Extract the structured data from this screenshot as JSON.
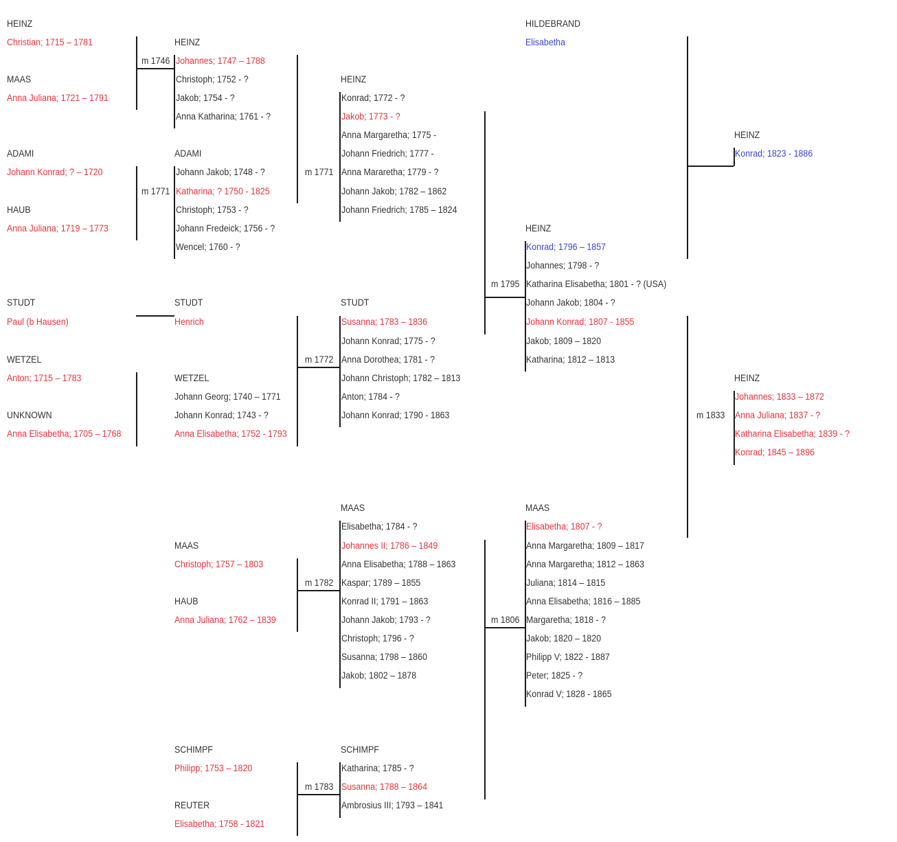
{
  "colors": {
    "text": "#333333",
    "highlight_red": "#e8343a",
    "highlight_blue": "#3a45d6",
    "line": "#1a1a1a"
  },
  "couples": [
    {
      "husband_surname": "HEINZ",
      "husband": "Christian; 1715 – 1781",
      "wife_surname": "MAAS",
      "wife": "Anna Juliana; 1721 – 1791",
      "marriage": "m 1746",
      "children_surname": "HEINZ",
      "children": [
        "Johannes; 1747 – 1788",
        "Christoph; 1752 - ?",
        "Jakob; 1754 - ?",
        "Anna Katharina; 1761 - ?"
      ]
    },
    {
      "husband_surname": "ADAMI",
      "husband": "Johann Konrad; ? – 1720",
      "wife_surname": "HAUB",
      "wife": "Anna Juliana; 1719 – 1773",
      "marriage": "m 1771",
      "children_surname": "ADAMI",
      "children": [
        "Johann Jakob; 1748 - ?",
        "Katharina; ? 1750 - 1825",
        "Christoph; 1753 - ?",
        "Johann Fredeick; 1756 - ?",
        "Wencel; 1760 - ?"
      ]
    },
    {
      "husband_surname": "STUDT",
      "husband": "Paul (b Hausen)",
      "children_surname": "STUDT",
      "children": [
        "Henrich"
      ]
    },
    {
      "husband_surname": "WETZEL",
      "husband": "Anton; 1715 – 1783",
      "wife_surname": "UNKNOWN",
      "wife": "Anna Elisabetha; 1705 – 1768",
      "children_surname": "WETZEL",
      "children": [
        "Johann Georg; 1740 – 1771",
        "Johann Konrad; 1743 - ?",
        "Anna Elisabetha; 1752 - 1793"
      ]
    },
    {
      "marriage": "m 1771",
      "children_surname": "HEINZ",
      "children": [
        "Konrad; 1772 - ?",
        "Jakob; 1773 - ?",
        "Anna Margaretha; 1775 -",
        "Johann Friedrich; 1777 -",
        "Anna Mararetha; 1779 - ?",
        "Johann Jakob; 1782 – 1862",
        "Johann Friedrich; 1785 – 1824"
      ]
    },
    {
      "marriage": "m 1772",
      "children_surname": "STUDT",
      "children": [
        "Susanna; 1783 – 1836",
        "Johann Konrad; 1775 - ?",
        "Anna Dorothea; 1781 - ?",
        "Johann Christoph; 1782 – 1813",
        "Anton; 1784 - ?",
        "Johann Konrad; 1790 - 1863"
      ]
    },
    {
      "husband_surname": "MAAS",
      "husband": "Christoph; 1757 – 1803",
      "wife_surname": "HAUB",
      "wife": "Anna Juliana; 1762 – 1839",
      "marriage": "m 1782",
      "children_surname": "MAAS",
      "children": [
        "Elisabetha; 1784 - ?",
        "Johannes II; 1786 – 1849",
        "Anna Elisabetha; 1788 – 1863",
        "Kaspar; 1789 – 1855",
        "Konrad II; 1791 – 1863",
        "Johann Jakob; 1793 - ?",
        "Christoph; 1796 - ?",
        "Susanna; 1798 – 1860",
        "Jakob; 1802 – 1878"
      ]
    },
    {
      "husband_surname": "SCHIMPF",
      "husband": "Philipp; 1753 – 1820",
      "wife_surname": "REUTER",
      "wife": "Elisabetha; 1758 - 1821",
      "marriage": "m 1783",
      "children_surname": "SCHIMPF",
      "children": [
        "Katharina; 1785 - ?",
        "Susanna; 1788 – 1864",
        "Ambrosius III; 1793 – 1841"
      ]
    },
    {
      "marriage": "m 1795",
      "children_surname": "HEINZ",
      "children": [
        "Konrad; 1796 – 1857",
        "Johannes; 1798 - ?",
        "Katharina Elisabetha; 1801 - ? (USA)",
        "Johann Jakob; 1804 - ?",
        "Johann Konrad; 1807 - 1855",
        "Jakob; 1809 – 1820",
        "Katharina; 1812 – 1813"
      ]
    },
    {
      "marriage": "m 1806",
      "children_surname": "MAAS",
      "children": [
        "Elisabetha; 1807 - ?",
        "Anna Margaretha; 1809 – 1817",
        "Anna Margaretha; 1812 – 1863",
        "Juliana; 1814 – 1815",
        "Anna Elisabetha; 1816 – 1885",
        "Margaretha; 1818 - ?",
        "Jakob; 1820 – 1820",
        "Philipp V; 1822 - 1887",
        "Peter; 1825 - ?",
        "Konrad V; 1828 - 1865"
      ]
    },
    {
      "wife_surname": "HILDEBRAND",
      "wife": "Elisabetha",
      "children_surname": "HEINZ",
      "children": [
        "Konrad; 1823 - 1886"
      ]
    },
    {
      "marriage": "m 1833",
      "children_surname": "HEINZ",
      "children": [
        "Johannes; 1833 – 1872",
        "Anna Juliana; 1837 - ?",
        "Katharina Elisabetha; 1839 - ?",
        "Konrad; 1845 – 1896"
      ]
    }
  ]
}
